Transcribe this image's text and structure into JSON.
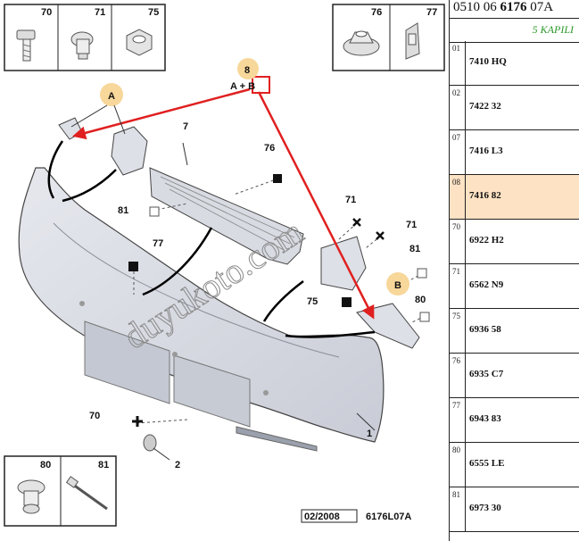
{
  "reference": {
    "prefix": "0510 06 ",
    "bold": "6176",
    "suffix": " 07A"
  },
  "variant_label": "5 KAPILI",
  "rows": [
    {
      "index": "01",
      "code": "7410 HQ"
    },
    {
      "index": "02",
      "code": "7422 32"
    },
    {
      "index": "07",
      "code": "7416 L3"
    },
    {
      "index": "08",
      "code": "7416 82"
    },
    {
      "index": "70",
      "code": "6922 H2"
    },
    {
      "index": "71",
      "code": "6562 N9"
    },
    {
      "index": "75",
      "code": "6936 58"
    },
    {
      "index": "76",
      "code": "6935 C7"
    },
    {
      "index": "77",
      "code": "6943 83"
    },
    {
      "index": "80",
      "code": "6555 LE"
    },
    {
      "index": "81",
      "code": "6973 30"
    }
  ],
  "highlighted_row_index": "08",
  "diagram": {
    "top_left_boxes": [
      "70",
      "71",
      "75"
    ],
    "top_right_boxes": [
      "76",
      "77"
    ],
    "bottom_left_boxes": [
      "80",
      "81"
    ],
    "callout_a": "A",
    "callout_b": "B",
    "callout_8": "8",
    "formula": "A + B",
    "labels": {
      "l1": "1",
      "l2": "2",
      "l7": "7",
      "l70": "70",
      "l71a": "71",
      "l71b": "71",
      "l75": "75",
      "l76": "76",
      "l77": "77",
      "l80": "80",
      "l81a": "81",
      "l81b": "81"
    },
    "date": "02/2008",
    "drawing_code": "6176L07A",
    "watermark": "duyukoto.com"
  },
  "colors": {
    "callout_fill": "#f7d79a",
    "arrow": "#e02020",
    "highlight": "#fde2c4",
    "variant": "#2a9a2a"
  }
}
